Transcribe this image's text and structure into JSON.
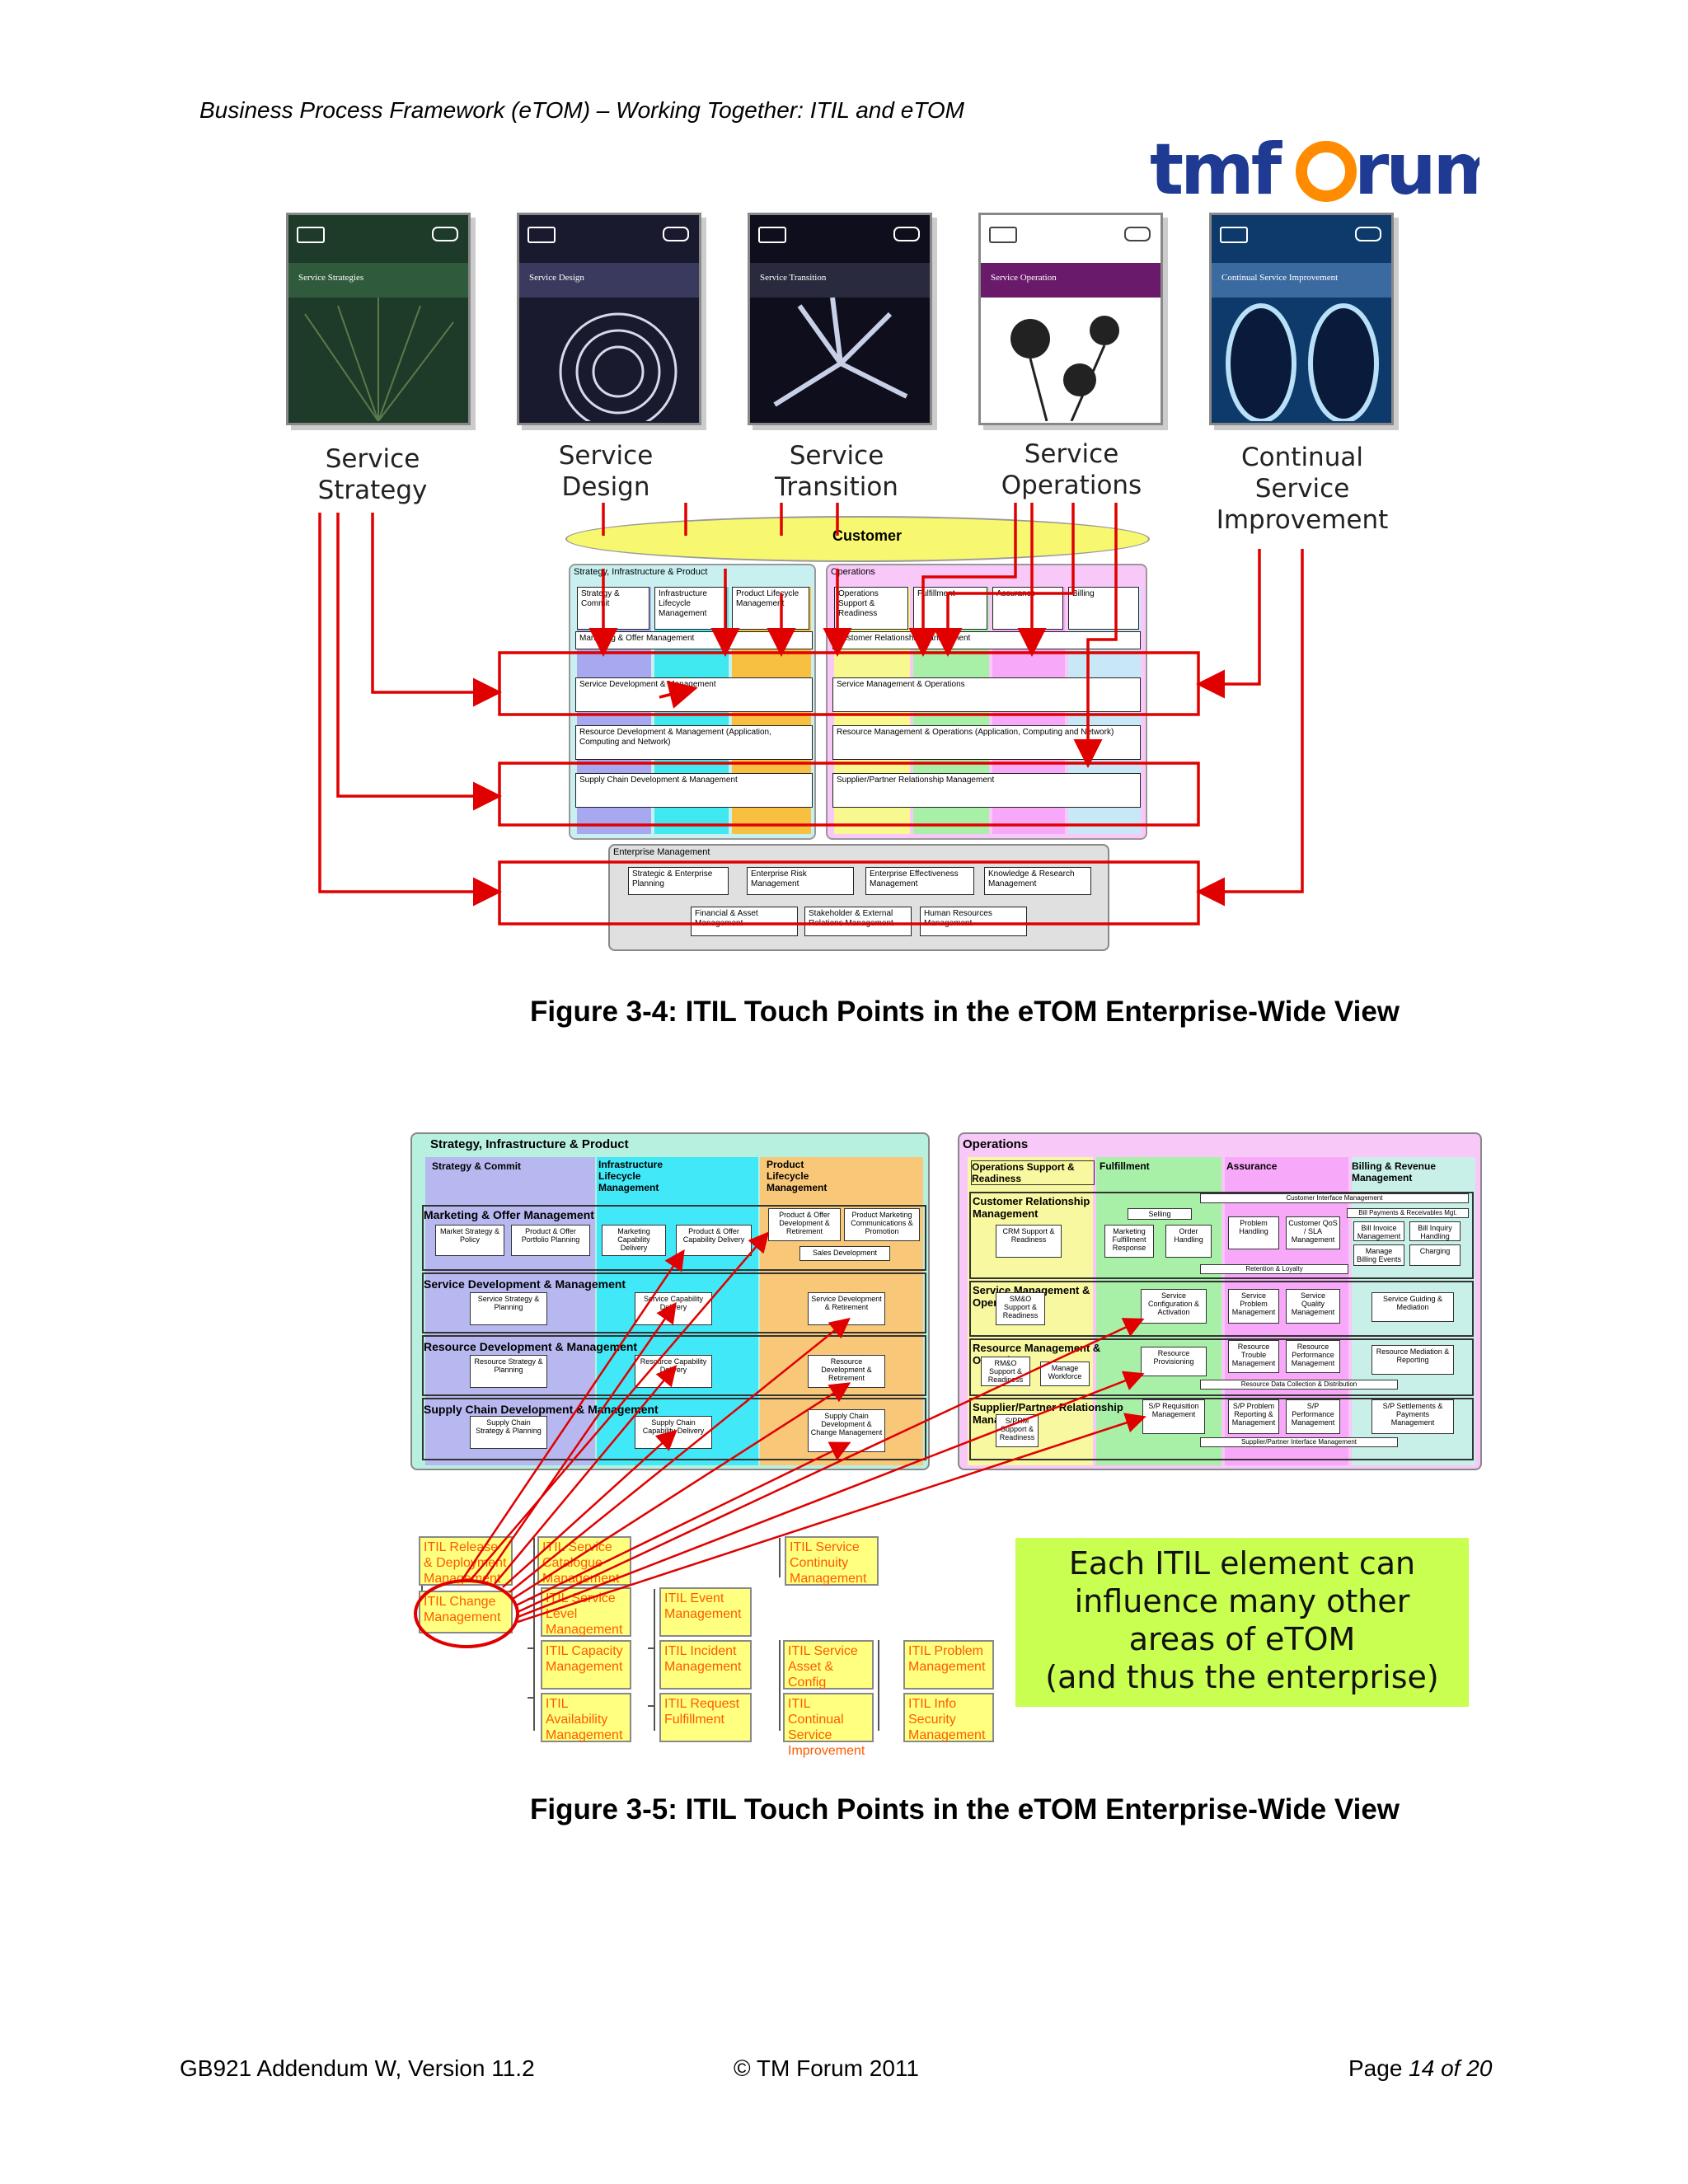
{
  "header": {
    "title": "Business Process Framework (eTOM) – Working Together: ITIL and eTOM"
  },
  "logo": {
    "text": "tmforum",
    "color": "#1f3a93",
    "accent": "#ff8c00"
  },
  "figure1": {
    "books": [
      {
        "label": "Service Strategy",
        "cover": "Service Strategies",
        "color": "#1e3b2a"
      },
      {
        "label": "Service Design",
        "cover": "Service Design",
        "color": "#1a1a2e"
      },
      {
        "label": "Service Transition",
        "cover": "Service Transition",
        "color": "#0e0e1c"
      },
      {
        "label": "Service Operations",
        "cover": "Service Operation",
        "color": "#6a1a6a"
      },
      {
        "label": "Continual Service Improvement",
        "cover": "Continual Service Improvement",
        "color": "#0d3a6a"
      }
    ],
    "customer": "Customer",
    "sip_title": "Strategy, Infrastructure & Product",
    "ops_title": "Operations",
    "sip_cols": [
      "Strategy & Commit",
      "Infrastructure Lifecycle Management",
      "Product Lifecycle Management"
    ],
    "ops_cols": [
      "Operations Support & Readiness",
      "Fulfillment",
      "Assurance",
      "Billing"
    ],
    "rows_left": [
      "Marketing & Offer Management",
      "Service Development & Management",
      "Resource Development & Management (Application, Computing and Network)",
      "Supply Chain Development & Management"
    ],
    "rows_right": [
      "Customer Relationship Management",
      "Service Management & Operations",
      "Resource Management & Operations (Application, Computing and Network)",
      "Supplier/Partner Relationship Management"
    ],
    "em_title": "Enterprise Management",
    "em_row1": [
      "Strategic & Enterprise Planning",
      "Enterprise Risk Management",
      "Enterprise Effectiveness Management",
      "Knowledge & Research Management"
    ],
    "em_row2": [
      "Financial & Asset Management",
      "Stakeholder & External Relations Management",
      "Human Resources Management"
    ],
    "caption": "Figure 3-4: ITIL Touch Points in the eTOM Enterprise-Wide View"
  },
  "figure2": {
    "sip_title": "Strategy, Infrastructure & Product",
    "ops_title": "Operations",
    "sip_cols": [
      "Strategy & Commit",
      "Infrastructure Lifecycle Management",
      "Product Lifecycle Management"
    ],
    "ops_cols": [
      "Operations Support & Readiness",
      "Fulfillment",
      "Assurance",
      "Billing & Revenue Management"
    ],
    "rows_left": [
      "Marketing & Offer Management",
      "Service Development & Management",
      "Resource Development & Management",
      "Supply Chain Development & Management"
    ],
    "rows_right": [
      "Customer Relationship Management",
      "Service Management & Operations",
      "Resource Management & Operations",
      "Supplier/Partner Relationship Management"
    ],
    "left_boxes": [
      [
        "Market Strategy & Policy",
        "Product & Offer Portfolio Planning",
        "Marketing Capability Delivery",
        "Product & Offer Capability Delivery",
        "Product & Offer Development & Retirement",
        "Product Marketing Communications & Promotion"
      ],
      [
        "Service Strategy & Planning",
        "Service Capability Delivery",
        "Service Development & Retirement"
      ],
      [
        "Resource Strategy & Planning",
        "Resource Capability Delivery",
        "Resource Development & Retirement"
      ],
      [
        "Supply Chain Strategy & Planning",
        "Supply Chain Capability Delivery",
        "Supply Chain Development & Change Management"
      ]
    ],
    "sales_dev": "Sales Development",
    "right_boxes": {
      "crm": [
        "CRM Support & Readiness",
        "Selling",
        "Marketing Fulfillment Response",
        "Order Handling",
        "Problem Handling",
        "Customer QoS / SLA Management",
        "Bill Invoice Management",
        "Bill Inquiry Handling",
        "Manage Billing Events",
        "Charging",
        "Customer Interface Management",
        "Retention & Loyalty",
        "Bill Payments & Receivables Mgt."
      ],
      "smo": [
        "SM&O Support & Readiness",
        "Service Configuration & Activation",
        "Service Problem Management",
        "Service Quality Management",
        "Service Guiding & Mediation"
      ],
      "rmo": [
        "RM&O Support & Readiness",
        "Manage Workforce",
        "Resource Provisioning",
        "Resource Trouble Management",
        "Resource Performance Management",
        "Resource Mediation & Reporting",
        "Resource Data Collection & Distribution"
      ],
      "sprm": [
        "S/PRM Support & Readiness",
        "S/P Requisition Management",
        "S/P Problem Reporting & Management",
        "S/P Performance Management",
        "S/P Settlements & Payments Management",
        "Supplier/Partner Interface Management"
      ]
    },
    "itil_items": [
      "ITIL Release & Deployment Management",
      "ITIL Service Catalogue Management",
      "ITIL Service Continuity Management",
      "ITIL Change Management",
      "ITIL Service Level Management",
      "ITIL Event Management",
      "ITIL Capacity Management",
      "ITIL Incident Management",
      "ITIL Service Asset & Config Management",
      "ITIL Problem Management",
      "ITIL Availability Management",
      "ITIL Request Fulfillment",
      "ITIL Continual Service Improvement",
      "ITIL Info Security Management"
    ],
    "callout": [
      "Each ITIL element can",
      "influence many other",
      "areas of eTOM",
      "(and thus the enterprise)"
    ],
    "caption": "Figure 3-5: ITIL Touch Points in the eTOM Enterprise-Wide View"
  },
  "footer": {
    "left": "GB921 Addendum W, Version 11.2",
    "center": "© TM Forum 2011",
    "page_prefix": "Page ",
    "page_num": "14",
    "page_of": " of ",
    "page_total": "20"
  }
}
